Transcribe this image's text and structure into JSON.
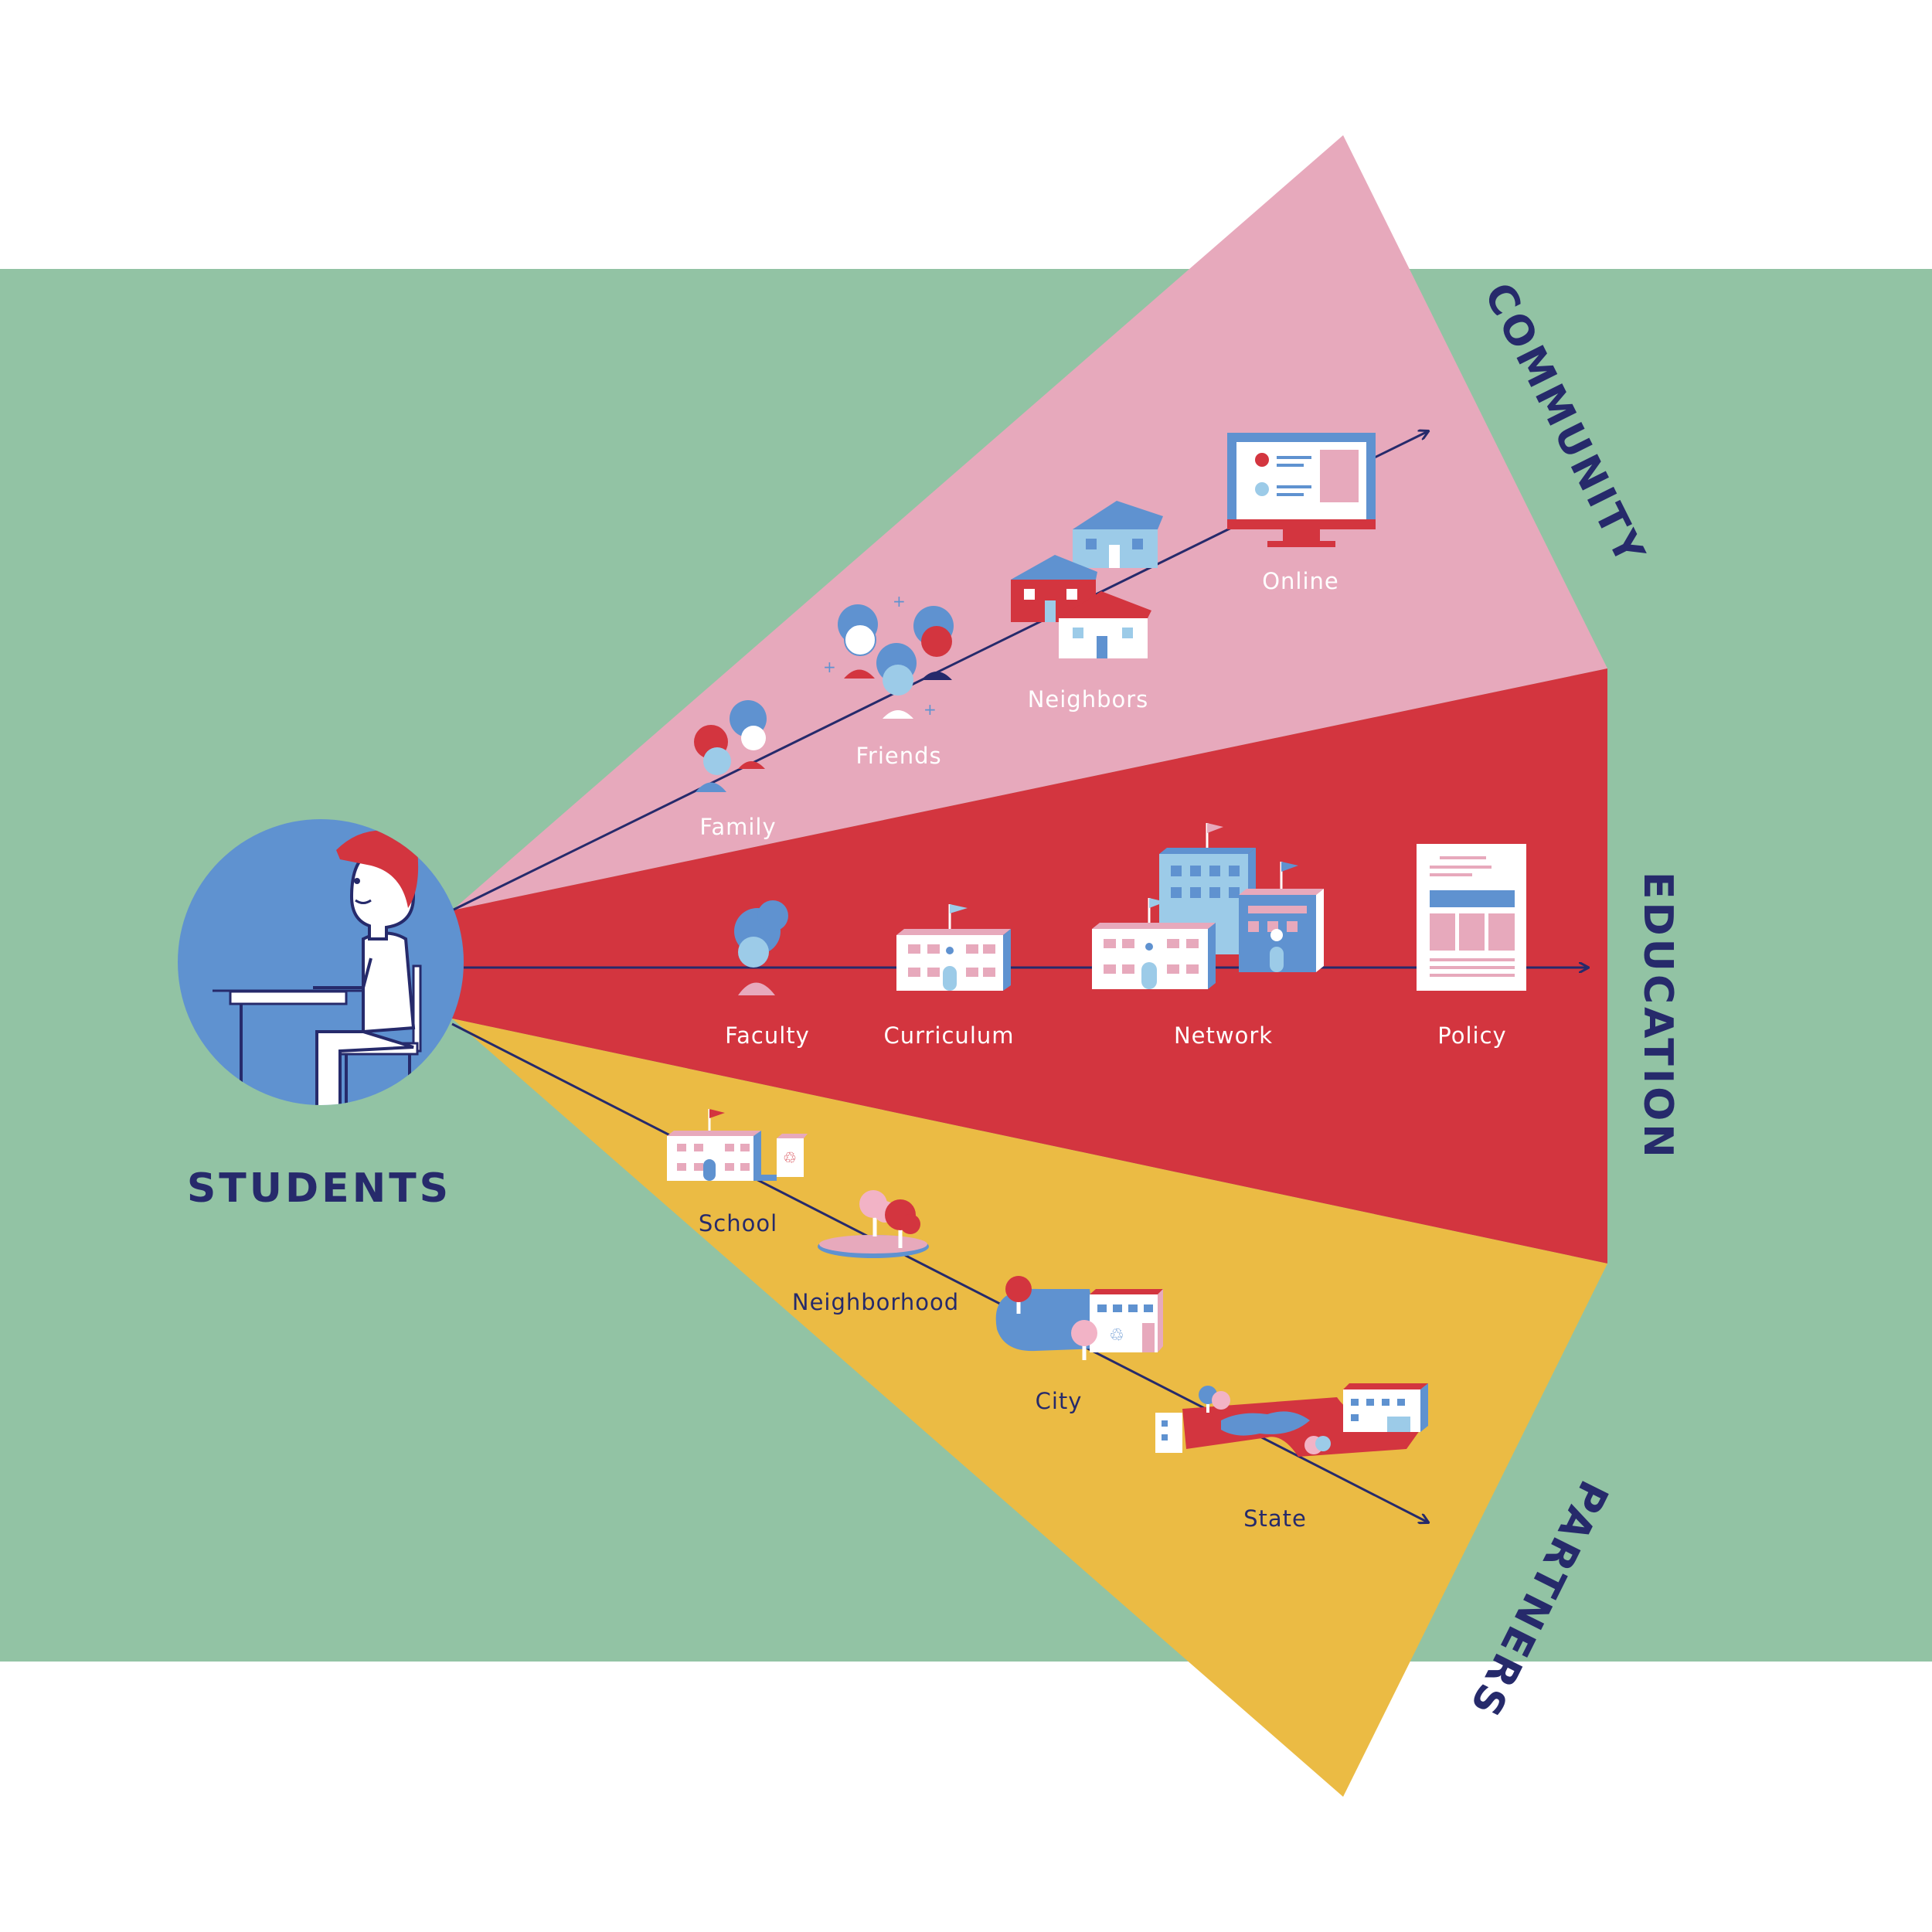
{
  "colors": {
    "background_band": "#92c3a4",
    "community": "#e7a9bc",
    "education": "#d3353f",
    "partners": "#ebbb44",
    "navy": "#262a6b",
    "blue": "#5f92d0",
    "light_blue": "#9ccbe8",
    "pink": "#f2b3c6",
    "red": "#d3353f"
  },
  "center": {
    "label": "STUDENTS",
    "icon": "student-at-desk-icon"
  },
  "categories": {
    "community": {
      "label": "COMMUNITY",
      "items": [
        {
          "label": "Family",
          "icon": "family-icon"
        },
        {
          "label": "Friends",
          "icon": "friends-icon"
        },
        {
          "label": "Neighbors",
          "icon": "houses-icon"
        },
        {
          "label": "Online",
          "icon": "computer-monitor-icon"
        }
      ]
    },
    "education": {
      "label": "EDUCATION",
      "items": [
        {
          "label": "Faculty",
          "icon": "teacher-icon"
        },
        {
          "label": "Curriculum",
          "icon": "school-building-icon"
        },
        {
          "label": "Network",
          "icon": "school-network-icon"
        },
        {
          "label": "Policy",
          "icon": "policy-document-icon"
        }
      ]
    },
    "partners": {
      "label": "PARTNERS",
      "items": [
        {
          "label": "School",
          "icon": "school-recycling-icon"
        },
        {
          "label": "Neighborhood",
          "icon": "park-trees-icon"
        },
        {
          "label": "City",
          "icon": "city-pond-icon"
        },
        {
          "label": "State",
          "icon": "state-map-icon"
        }
      ]
    }
  }
}
